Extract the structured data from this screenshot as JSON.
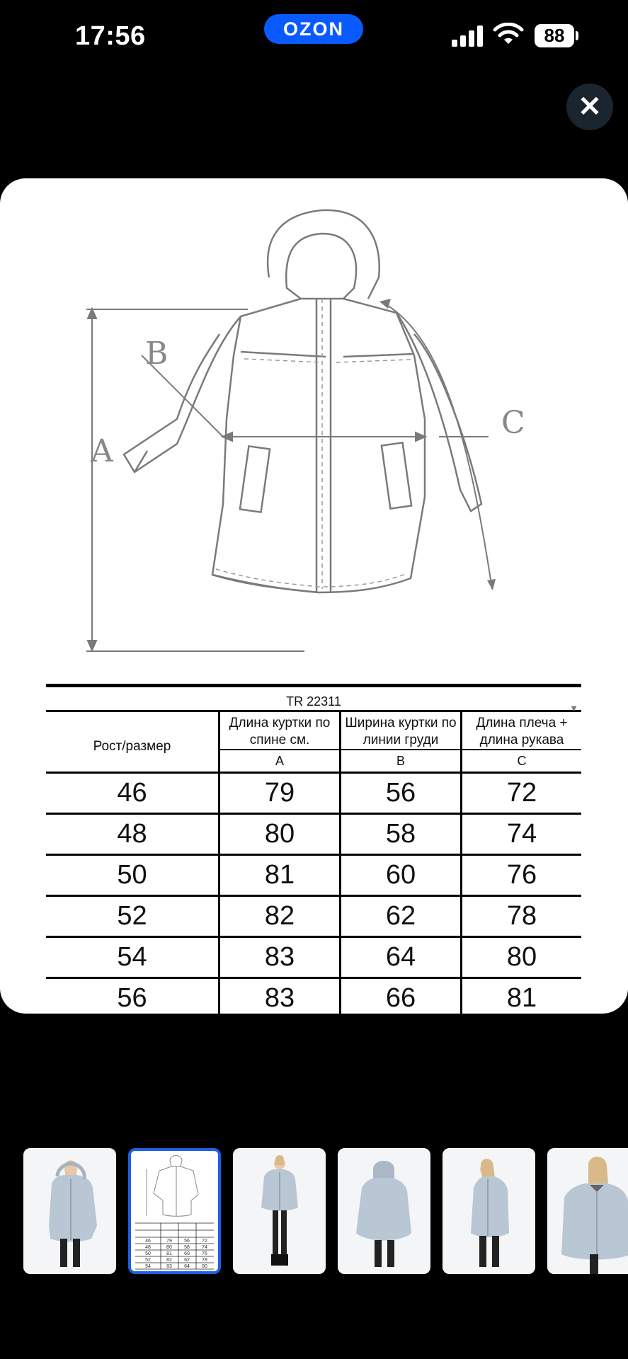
{
  "status_bar": {
    "time": "17:56",
    "brand": "OZON",
    "battery": "88",
    "signal_icon": "cellular-signal-icon",
    "wifi_icon": "wifi-icon"
  },
  "close_button": {
    "icon": "close-icon",
    "label": "✕"
  },
  "diagram": {
    "labels": {
      "a": "A",
      "b": "B",
      "c": "C"
    }
  },
  "size_table": {
    "title": "TR 22311",
    "headers": {
      "size": "Рост/размер",
      "a": {
        "name": "Длина куртки по спине см.",
        "code": "A"
      },
      "b": {
        "name": "Ширина куртки по линии груди",
        "code": "B"
      },
      "c": {
        "name": "Длина плеча + длина рукава",
        "code": "C"
      }
    },
    "rows": [
      {
        "size": "46",
        "a": "79",
        "b": "56",
        "c": "72"
      },
      {
        "size": "48",
        "a": "80",
        "b": "58",
        "c": "74"
      },
      {
        "size": "50",
        "a": "81",
        "b": "60",
        "c": "76"
      },
      {
        "size": "52",
        "a": "82",
        "b": "62",
        "c": "78"
      },
      {
        "size": "54",
        "a": "83",
        "b": "64",
        "c": "80"
      },
      {
        "size": "56",
        "a": "83",
        "b": "66",
        "c": "81"
      }
    ]
  },
  "thumbnails": [
    {
      "kind": "photo-front",
      "selected": false
    },
    {
      "kind": "size-chart",
      "selected": true
    },
    {
      "kind": "photo-full",
      "selected": false
    },
    {
      "kind": "photo-back",
      "selected": false
    },
    {
      "kind": "photo-side",
      "selected": false
    },
    {
      "kind": "photo-closeup",
      "selected": false
    }
  ],
  "colors": {
    "brand_blue": "#0a5bff",
    "selected_border": "#1f5fe0",
    "jacket": "#b9c6d3",
    "background": "#000000"
  }
}
